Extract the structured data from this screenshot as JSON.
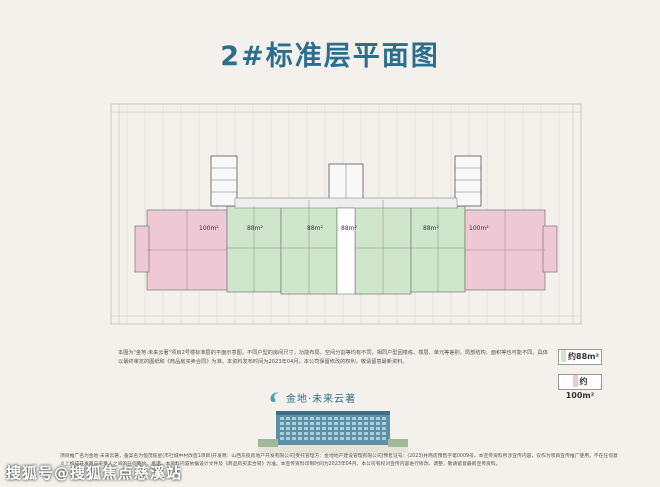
{
  "title": "2#标准层平面图",
  "units": [
    {
      "label": "100m²",
      "type": "large"
    },
    {
      "label": "88m²",
      "type": "small"
    },
    {
      "label": "88m²",
      "type": "small"
    },
    {
      "label": "88m²",
      "type": "small"
    },
    {
      "label": "88m²",
      "type": "small"
    },
    {
      "label": "100m²",
      "type": "large"
    }
  ],
  "disclaimer": "本图为\"金地·未来云著\"项目2号楼标准层的平面示意图，不同户型的房间尺寸，功能布局、空间分割等均有不同，相同户型因楼栋、楼层、单元等差别，局部结构、面积等也可能不同。具体以最终审定的图纸和《商品房买卖合同》为准。本资料发布时间为2023年04月。本公司保留修改的权利，敬请留意最新资料。",
  "legend": [
    {
      "label": "约88m²",
      "color": "#cfe6cc"
    },
    {
      "label": "约100m²",
      "color": "#efc8d6"
    }
  ],
  "logo_text": "金地·未来云著",
  "footer": "项目推广名为金地·未来云著，备案名为恒茂揽星(市社城中村改造1项目)开发商：山西东揽房地产开发有限公司|受托管理方：金地地产建设管理有限公司|预售证号：(2023)并商房预售字第0009号。本宣传资料所涉宣传内容，仅作为项目宣传推广使用，不在任何意义上构成开发商与买受人之间的任何要约、承诺。本资料内容依据设计文件及《商品房买卖合同》为准。本宣传资料印制时间为2023年04月。本公司有权对宣传内容进行修改、调整，敬请留意最新宣传资料。",
  "watermark": "搜狐号@搜狐焦点慈溪站",
  "colors": {
    "title": "#2b6f8e",
    "unit88": "#cfe6cc",
    "unit100": "#efc8d6",
    "background": "#f4f1ec"
  }
}
